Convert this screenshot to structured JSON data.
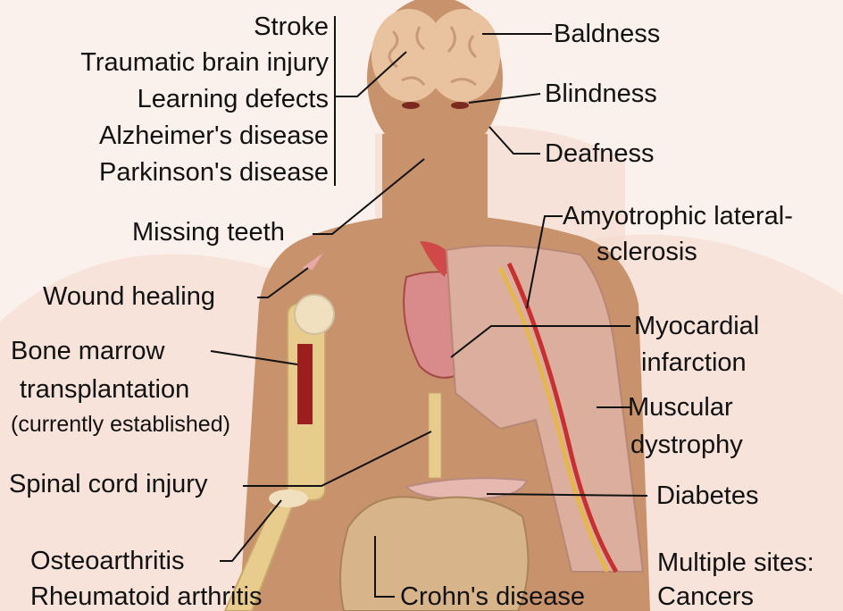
{
  "labels": {
    "stroke": "Stroke",
    "tbi": "Traumatic brain injury",
    "learning": "Learning defects",
    "alzheimers": "Alzheimer's disease",
    "parkinsons": "Parkinson's disease",
    "missing_teeth": "Missing teeth",
    "wound_healing": "Wound healing",
    "bone_marrow_1": "Bone marrow",
    "bone_marrow_2": "transplantation",
    "bone_marrow_3": "(currently established)",
    "spinal_cord": "Spinal cord injury",
    "osteoarthritis": "Osteoarthritis",
    "rheumatoid": "Rheumatoid arthritis",
    "baldness": "Baldness",
    "blindness": "Blindness",
    "deafness": "Deafness",
    "als_1": "Amyotrophic lateral-",
    "als_2": "sclerosis",
    "mi_1": "Myocardial",
    "mi_2": "infarction",
    "md_1": "Muscular",
    "md_2": "dystrophy",
    "diabetes": "Diabetes",
    "multiple_sites": "Multiple sites:",
    "cancers": "Cancers",
    "crohns": "Crohn's disease"
  },
  "colors": {
    "background": "#fbf1ec",
    "skin": "#c8926c",
    "leader_line": "#111111",
    "muscle": "#dcae9e",
    "bone": "#e8cc8e",
    "marrow": "#9b1f1f"
  }
}
